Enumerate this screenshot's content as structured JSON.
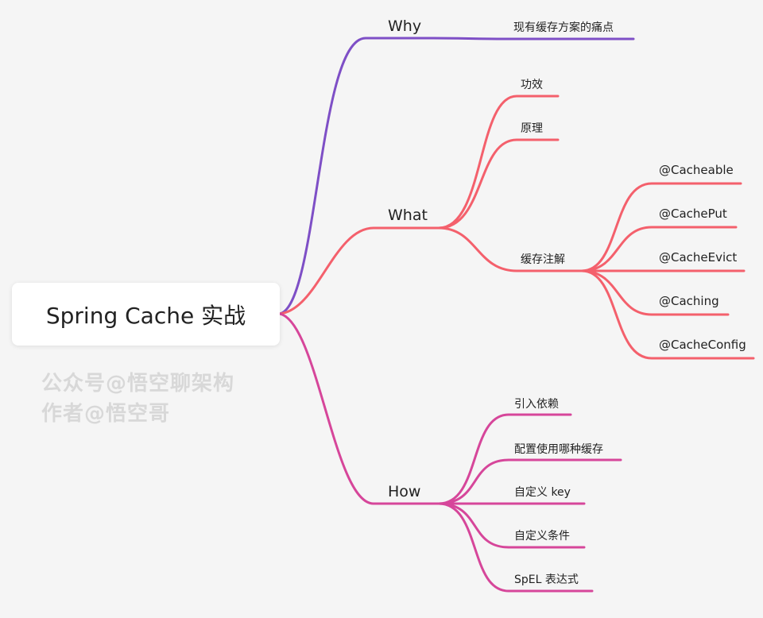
{
  "root": {
    "label": "Spring Cache 实战"
  },
  "colors": {
    "why": "#7e4fc6",
    "what": "#f4606c",
    "how": "#d6469a"
  },
  "branches": {
    "why": {
      "label": "Why",
      "children": [
        "现有缓存方案的痛点"
      ]
    },
    "what": {
      "label": "What",
      "children": [
        "功效",
        "原理",
        "缓存注解"
      ],
      "annotations": [
        "@Cacheable",
        "@CachePut",
        "@CacheEvict",
        "@Caching",
        "@CacheConfig"
      ]
    },
    "how": {
      "label": "How",
      "children": [
        "引入依赖",
        "配置使用哪种缓存",
        "自定义 key",
        "自定义条件",
        "SpEL 表达式"
      ]
    }
  },
  "watermark": {
    "line1": "公众号@悟空聊架构",
    "line2": "作者@悟空哥"
  }
}
